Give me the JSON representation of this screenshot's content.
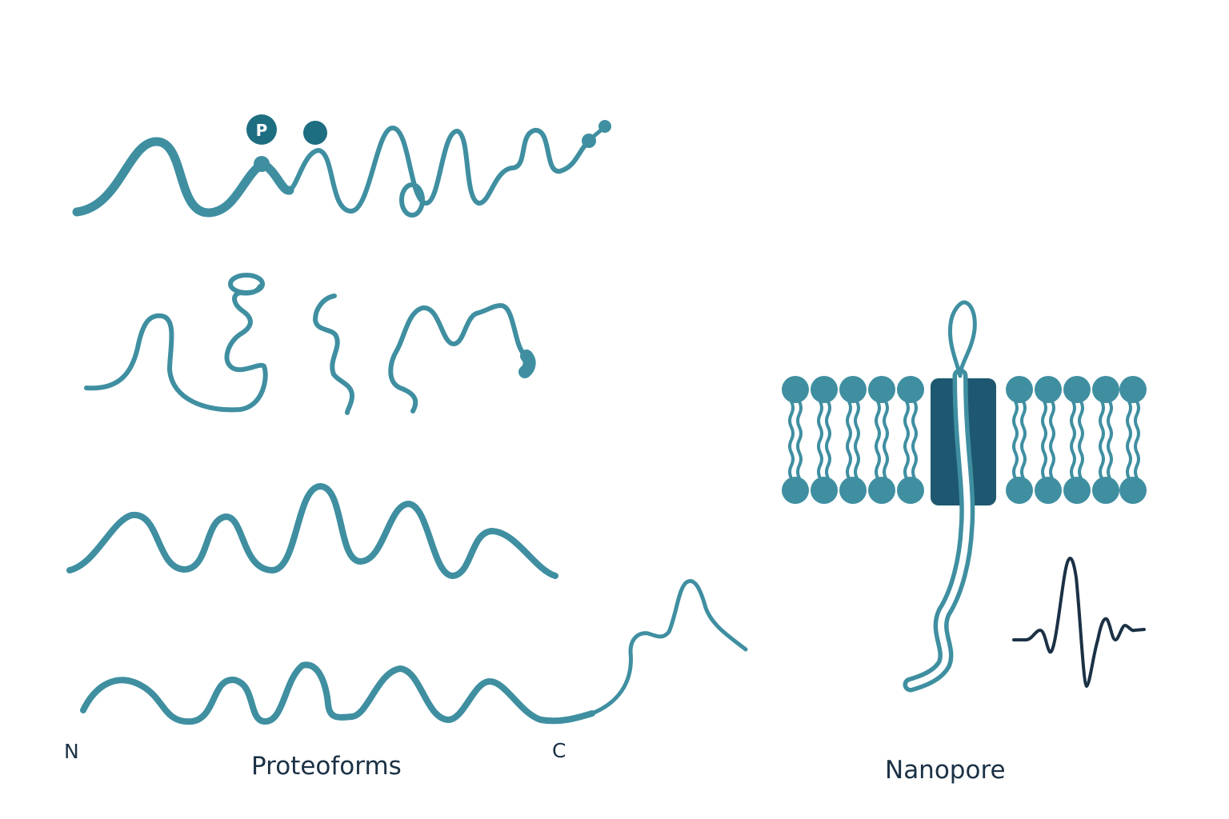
{
  "labels": {
    "n_terminus": "N",
    "c_terminus": "C",
    "proteoforms": "Proteoforms",
    "nanopore": "Nanopore"
  },
  "modification_marker": {
    "text": "P"
  },
  "colors": {
    "protein": "#3f8fa1",
    "pore": "#1e5870",
    "signal": "#1b3145",
    "text": "#1b3145",
    "background": "#ffffff"
  }
}
